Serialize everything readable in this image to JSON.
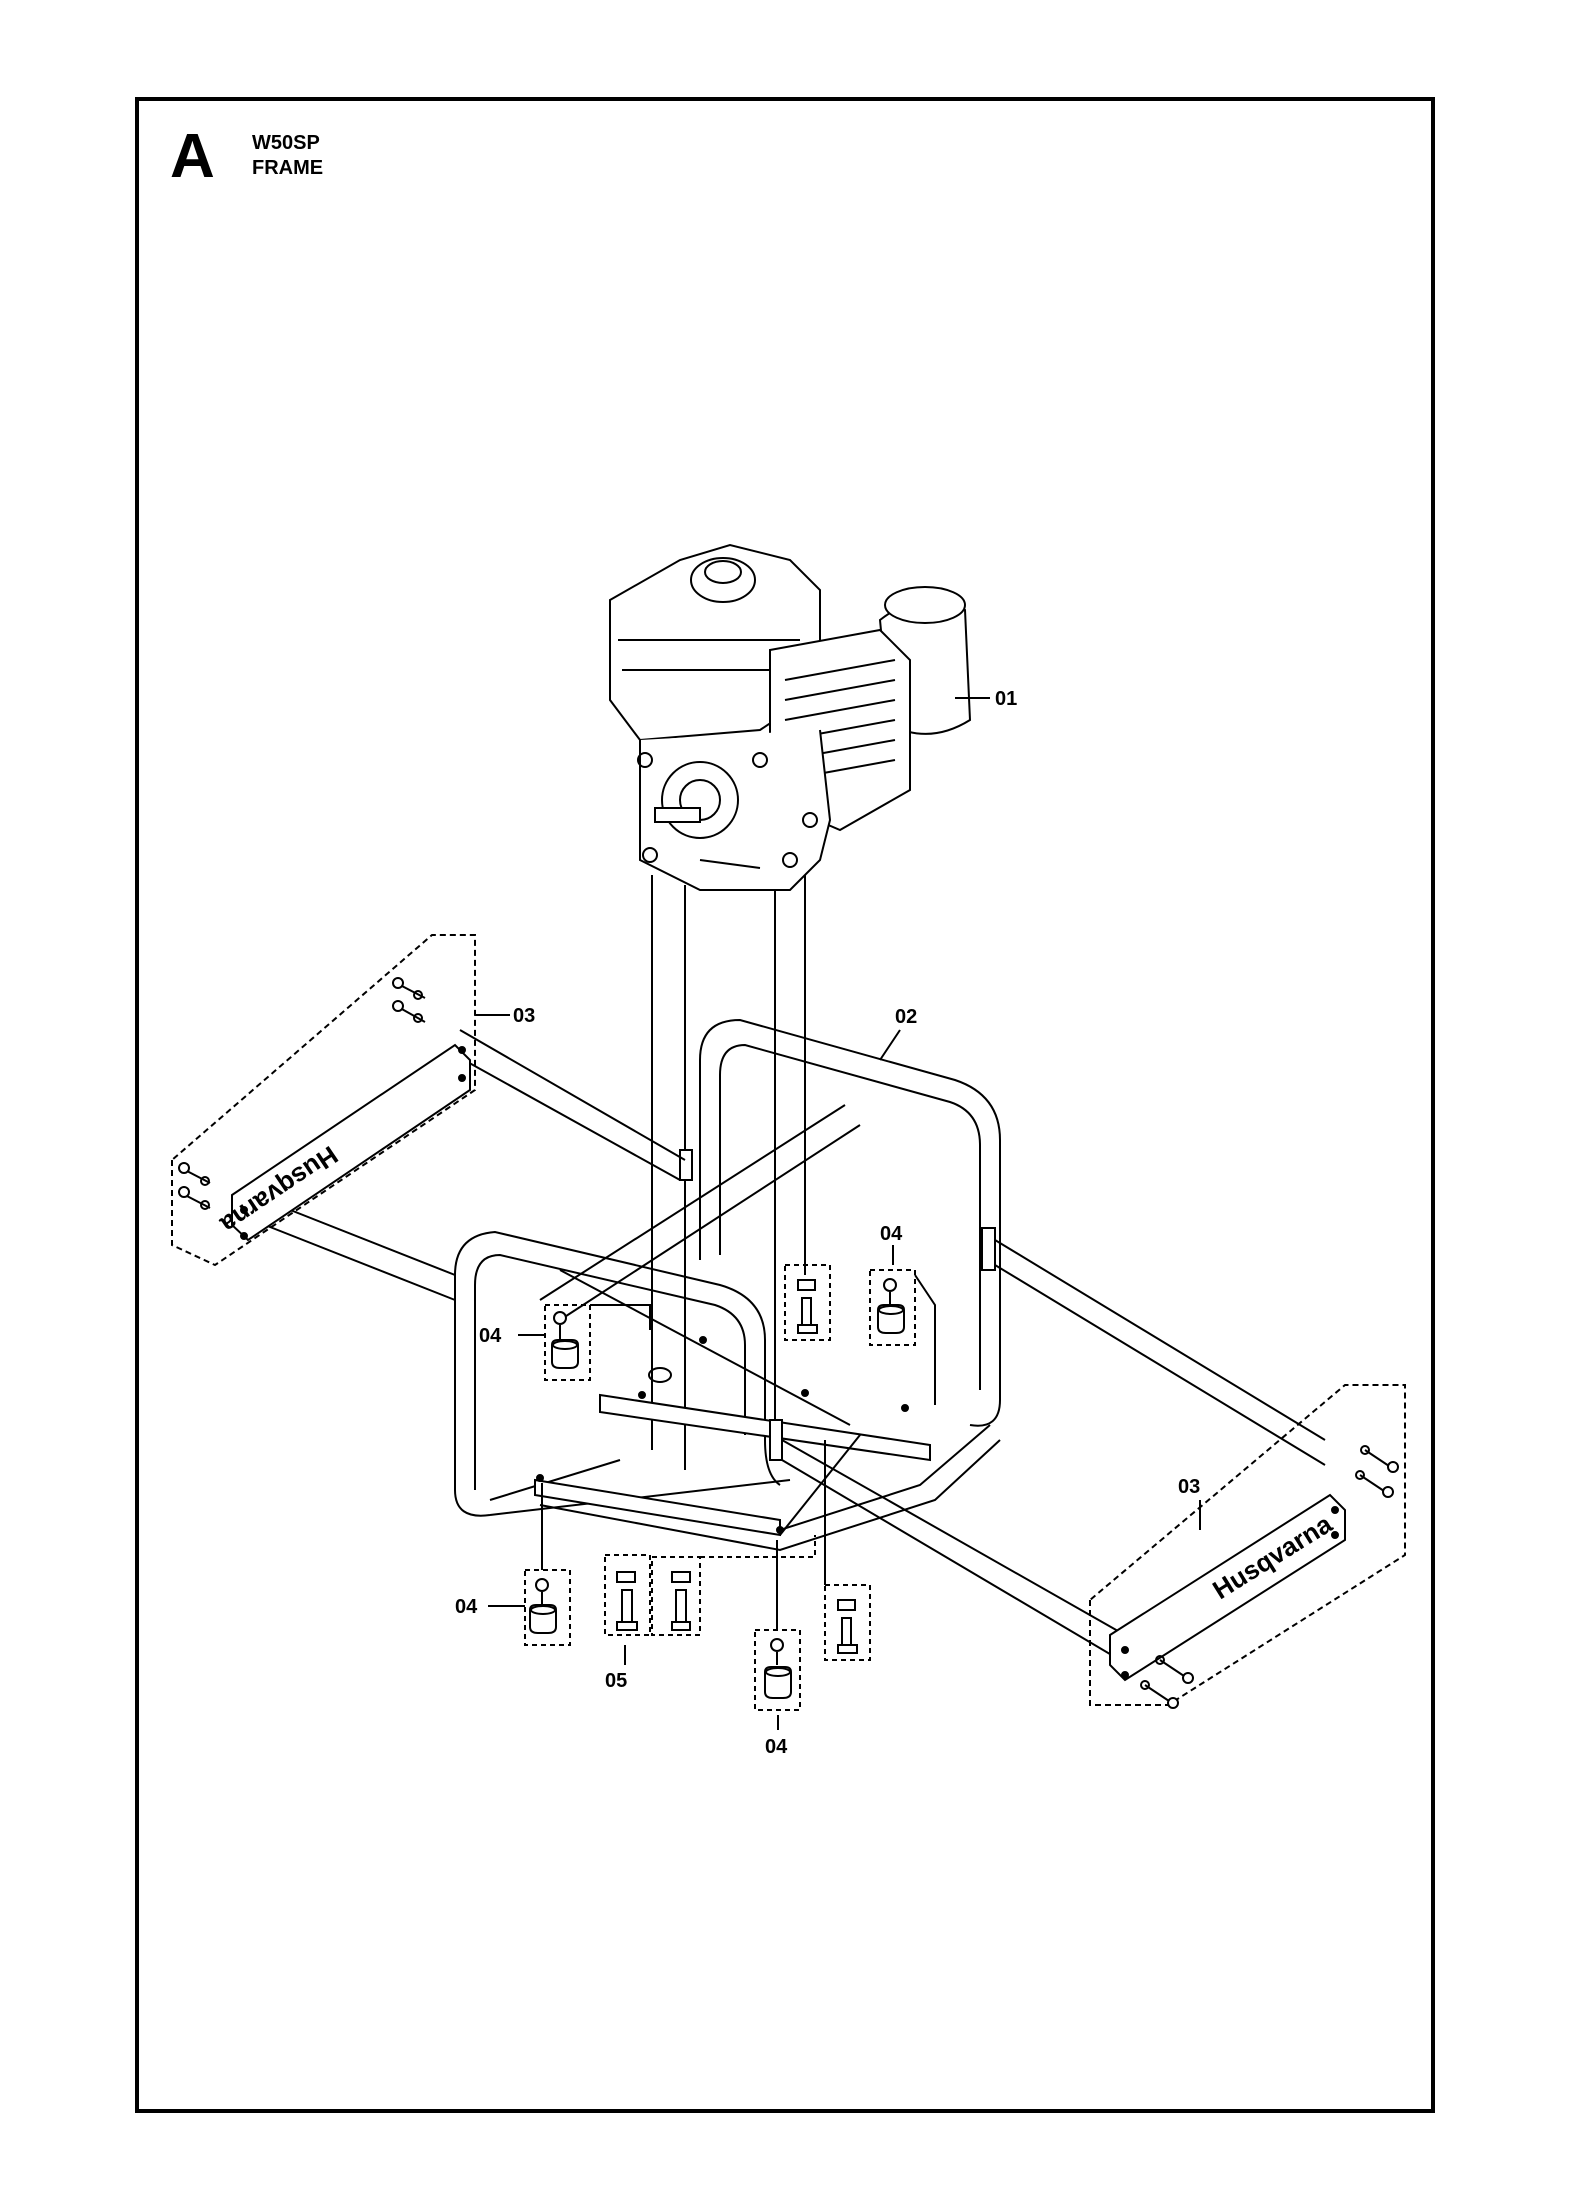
{
  "header": {
    "section_letter": "A",
    "model": "W50SP",
    "title": "FRAME"
  },
  "callouts": {
    "engine": "01",
    "frame": "02",
    "bracket_left": "03",
    "bracket_right": "03",
    "mount_mid_left": "04",
    "mount_mid_right": "04",
    "mount_bottom_left": "04",
    "mount_bottom_center": "04",
    "bolt": "05"
  },
  "logo_text": "Husqvarna"
}
